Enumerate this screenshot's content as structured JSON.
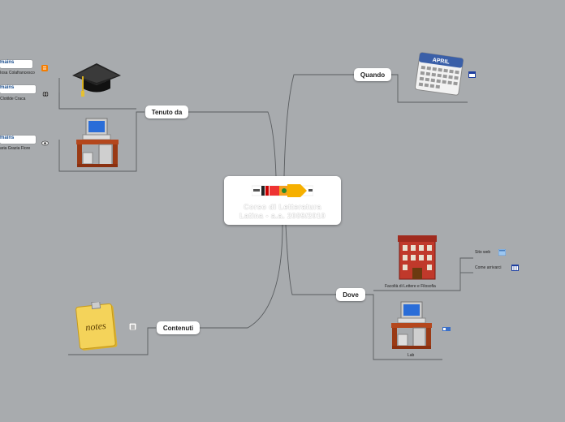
{
  "central": {
    "title_line1": "Corso di Letteratura",
    "title_line2": "Latina - a.a. 2009/2010"
  },
  "branches": {
    "tenuto_da": "Tenuto da",
    "quando": "Quando",
    "contenuti": "Contenuti",
    "dove": "Dove"
  },
  "teachers": [
    {
      "name": "Iosa Colafrancesco",
      "badge": "mains",
      "icon": "blog-icon"
    },
    {
      "name": "Clotilde Craca",
      "badge": "mains",
      "icon": "globe-icon"
    },
    {
      "name": "aria Grazia Fiore",
      "badge": "mains",
      "icon": "eye-icon"
    }
  ],
  "dove_items": {
    "facolta": "Facoltà di Lettere e Filosofia",
    "sito_web": "Sito web",
    "come_arrivarci": "Come arrivarci",
    "lab": "Lab"
  },
  "images": {
    "calendar_month": "APRIL",
    "notes_label": "notes"
  },
  "colors": {
    "background": "#a8abae",
    "line": "#5a5d60",
    "node_bg": "#ffffff"
  }
}
